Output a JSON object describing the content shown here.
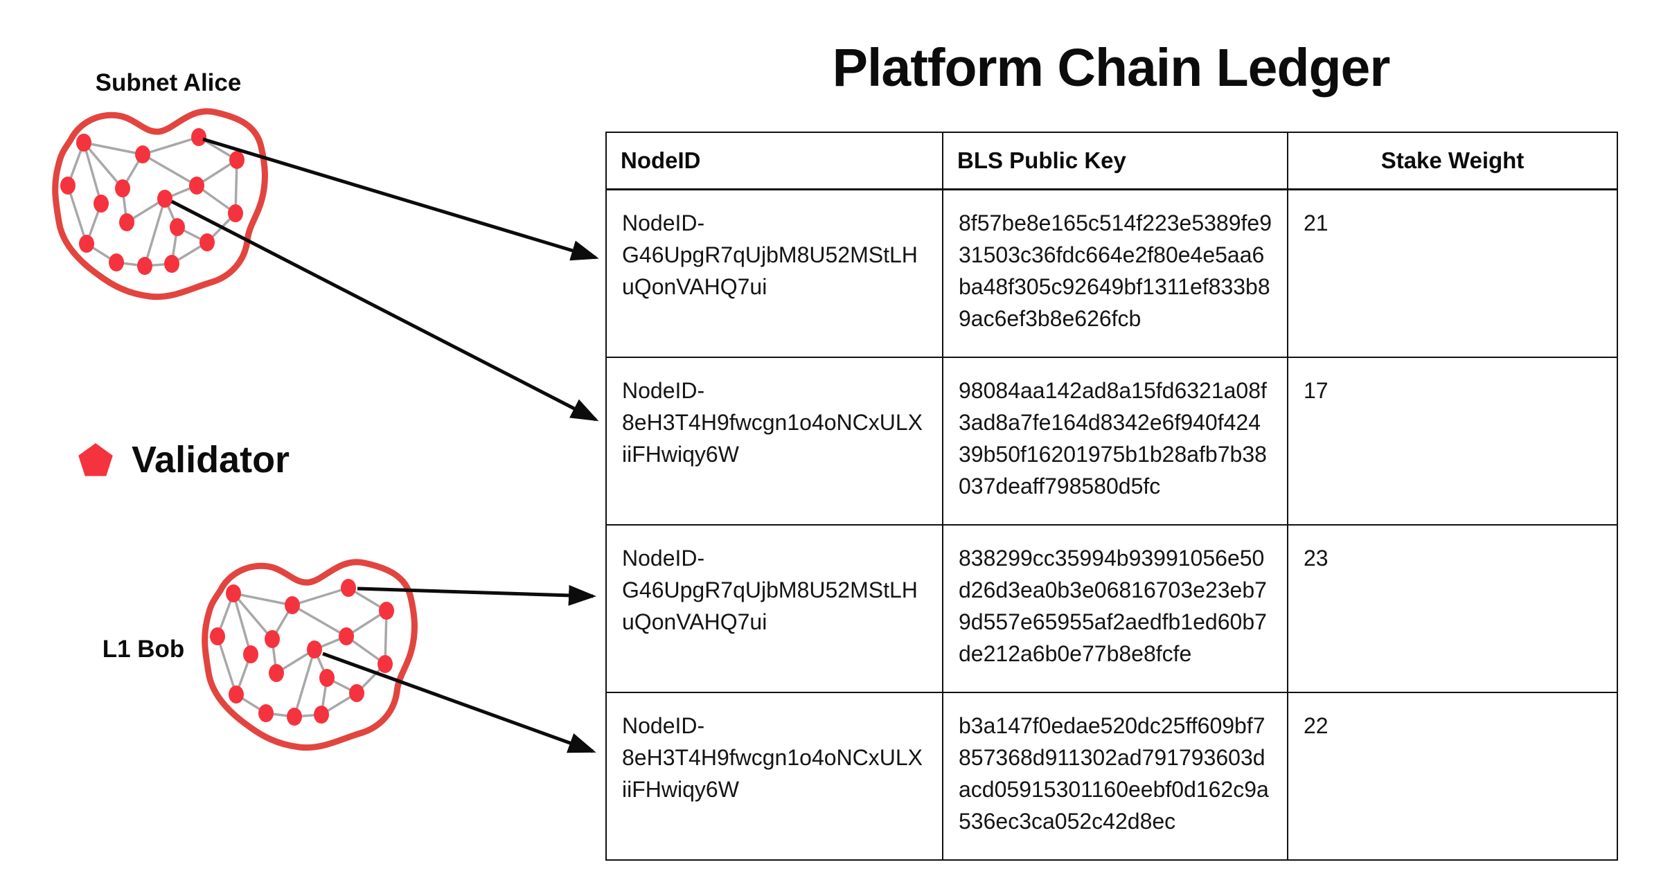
{
  "title": "Platform Chain Ledger",
  "subnets": [
    {
      "label": "Subnet Alice"
    },
    {
      "label": "L1 Bob"
    }
  ],
  "legend": {
    "icon": "pentagon-icon",
    "label": "Validator"
  },
  "table": {
    "columns": [
      "NodeID",
      "BLS Public Key",
      "Stake Weight"
    ],
    "rows": [
      {
        "node_id": "NodeID-G46UpgR7qUjbM8U52MStLHuQonVAHQ7ui",
        "bls_public_key": "8f57be8e165c514f223e5389fe931503c36fdc664e2f80e4e5aa6ba48f305c92649bf1311ef833b89ac6ef3b8e626fcb",
        "stake_weight": "21"
      },
      {
        "node_id": "NodeID-8eH3T4H9fwcgn1o4oNCxULXiiFHwiqy6W",
        "bls_public_key": "98084aa142ad8a15fd6321a08f3ad8a7fe164d8342e6f940f42439b50f16201975b1b28afb7b38037deaff798580d5fc",
        "stake_weight": "17"
      },
      {
        "node_id": "NodeID-G46UpgR7qUjbM8U52MStLHuQonVAHQ7ui",
        "bls_public_key": "838299cc35994b93991056e50d26d3ea0b3e06816703e23eb79d557e65955af2aedfb1ed60b7de212a6b0e77b8e8fcfe",
        "stake_weight": "23"
      },
      {
        "node_id": "NodeID-8eH3T4H9fwcgn1o4oNCxULXiiFHwiqy6W",
        "bls_public_key": "b3a147f0edae520dc25ff609bf7857368d911302ad791793603dacd05915301160eebf0d162c9a536ec3ca052c42d8ec",
        "stake_weight": "22"
      }
    ]
  },
  "colors": {
    "accent_red": "#f5333e",
    "blob_red": "#e2453f",
    "edge_gray": "#a8a8a8",
    "arrow_black": "#0c0c0c",
    "border_black": "#111111",
    "background": "#ffffff"
  }
}
